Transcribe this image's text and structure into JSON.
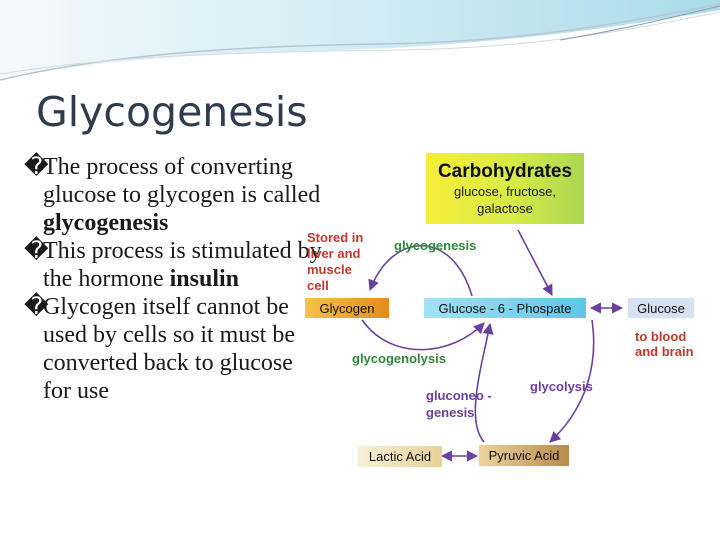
{
  "slide": {
    "title": "Glycogenesis",
    "bullet_symbol": "�",
    "bullets": [
      {
        "a": "The process of converting glucose to glycogen is called ",
        "b": "glycogenesis",
        "c": ""
      },
      {
        "a": "This process is stimulated by the hormone ",
        "b": "insulin",
        "c": ""
      },
      {
        "a": "Glycogen itself cannot be used by cells so it must be converted back to glucose for use",
        "b": "",
        "c": ""
      }
    ]
  },
  "diagram": {
    "carbohydrates_title": "Carbohydrates",
    "carbohydrates_sub1": "glucose, fructose,",
    "carbohydrates_sub2": "galactose",
    "stored_line1": "Stored in",
    "stored_line2": "liver and",
    "stored_line3": "muscle",
    "stored_line4": "cell",
    "glycogenesis_label": "glycogenesis",
    "glycogen_box": "Glycogen",
    "glucose6p_box": "Glucose - 6 - Phospate",
    "glucose_box": "Glucose",
    "blood_line1": "to blood",
    "blood_line2": "and brain",
    "glycogenolysis_label": "glycogenolysis",
    "gluconeo_line1": "gluconeo -",
    "gluconeo_line2": "genesis",
    "glycolysis_label": "glycolysis",
    "lactic_box": "Lactic Acid",
    "pyruvic_box": "Pyruvic Acid",
    "colors": {
      "red_text": "#c0392b",
      "green_text": "#2e8a3a",
      "purple_text": "#6b3fa0",
      "blue_text": "#1f3fb3",
      "arrow": "#7a4fb0",
      "glycogen_box": "#e8a020",
      "glucose6p_box": "#7fd3ec",
      "glucose_box": "#d6e2f1",
      "lactic_box": "#f0e4b8",
      "pyruvic_box": "#d0a86e"
    }
  }
}
